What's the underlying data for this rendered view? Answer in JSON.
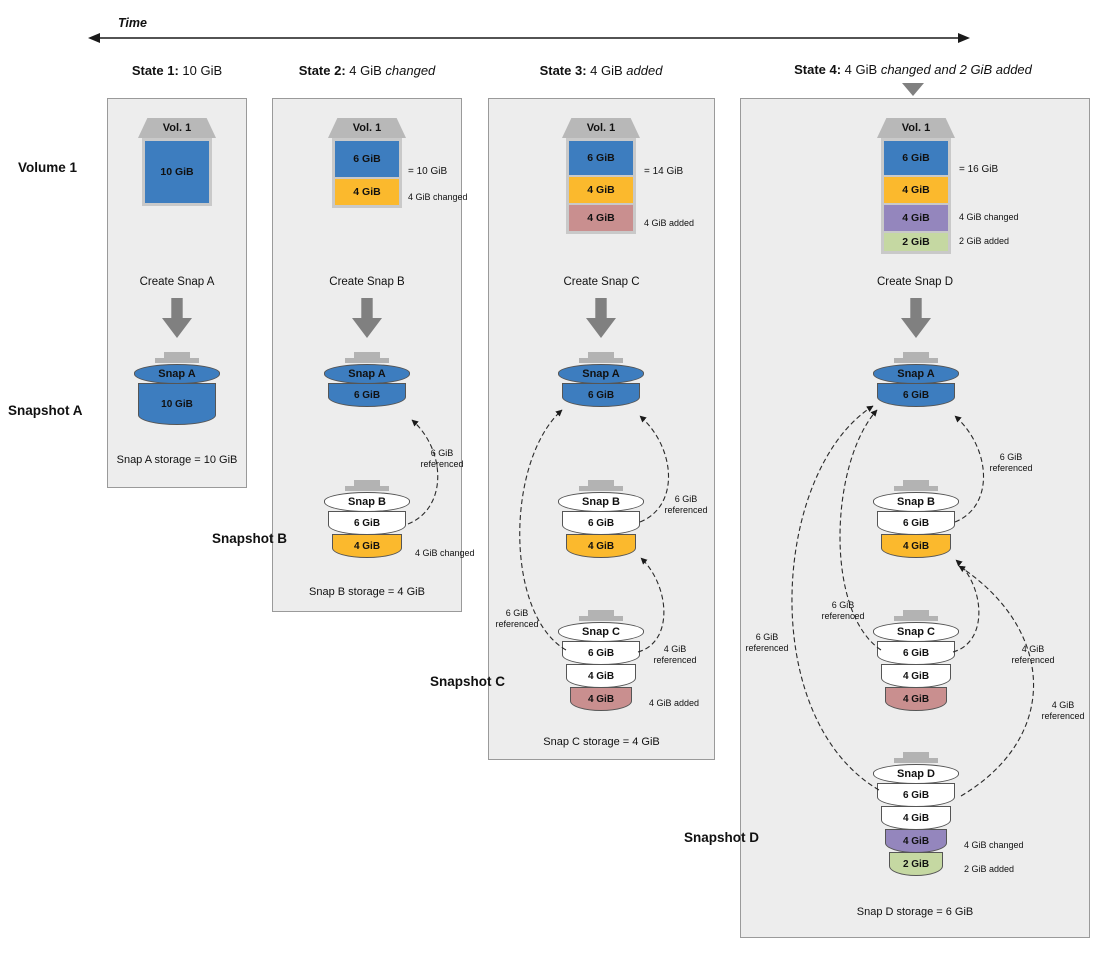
{
  "colors": {
    "blue": "#3d7dbf",
    "yellow": "#fbb92d",
    "rose": "#c98f8f",
    "purple": "#9486bd",
    "green": "#c5d8a2",
    "white": "#ffffff",
    "volume_gray": "#b8b8b8",
    "panel_bg": "#ededed",
    "arrow_gray": "#808080"
  },
  "time_label": "Time",
  "headers": [
    {
      "bold": "State 1:",
      "rest": " 10 GiB",
      "italic": ""
    },
    {
      "bold": "State 2:",
      "rest": " 4 GiB ",
      "italic": "changed"
    },
    {
      "bold": "State 3:",
      "rest": " 4 GiB ",
      "italic": "added"
    },
    {
      "bold": "State 4:",
      "rest": " 4 GiB ",
      "italic": "changed and 2 GiB added"
    }
  ],
  "row_labels": {
    "volume": "Volume 1",
    "snap_a": "Snapshot A",
    "snap_b": "Snapshot B",
    "snap_c": "Snapshot C",
    "snap_d": "Snapshot D"
  },
  "panels": [
    {
      "volume": {
        "title": "Vol. 1",
        "blocks": [
          {
            "label": "10 GiB",
            "color": "#3d7dbf"
          }
        ]
      },
      "create_label": "Create Snap A",
      "buckets": [
        {
          "title": "Snap A",
          "title_color": "#3d7dbf",
          "bands": [
            {
              "label": "10 GiB",
              "color": "#3d7dbf"
            }
          ]
        }
      ],
      "storage_label": "Snap A storage = 10 GiB"
    },
    {
      "volume": {
        "title": "Vol. 1",
        "total": "= 10 GiB",
        "blocks": [
          {
            "label": "6 GiB",
            "color": "#3d7dbf"
          },
          {
            "label": "4 GiB",
            "color": "#fbb92d",
            "note": "4 GiB changed"
          }
        ]
      },
      "create_label": "Create Snap B",
      "buckets": [
        {
          "title": "Snap A",
          "title_color": "#3d7dbf",
          "bands": [
            {
              "label": "6 GiB",
              "color": "#3d7dbf"
            }
          ]
        },
        {
          "title": "Snap B",
          "title_color": "#ffffff",
          "bands": [
            {
              "label": "6 GiB",
              "color": "#ffffff"
            },
            {
              "label": "4 GiB",
              "color": "#fbb92d",
              "note": "4 GiB changed"
            }
          ]
        }
      ],
      "arrows": [
        {
          "label": "6 GiB\nreferenced"
        }
      ],
      "storage_label": "Snap B storage = 4 GiB"
    },
    {
      "volume": {
        "title": "Vol. 1",
        "total": "= 14 GiB",
        "blocks": [
          {
            "label": "6 GiB",
            "color": "#3d7dbf"
          },
          {
            "label": "4 GiB",
            "color": "#fbb92d"
          },
          {
            "label": "4 GiB",
            "color": "#c98f8f",
            "note": "4 GiB added"
          }
        ]
      },
      "create_label": "Create Snap C",
      "buckets": [
        {
          "title": "Snap A",
          "title_color": "#3d7dbf",
          "bands": [
            {
              "label": "6 GiB",
              "color": "#3d7dbf"
            }
          ]
        },
        {
          "title": "Snap B",
          "title_color": "#ffffff",
          "bands": [
            {
              "label": "6 GiB",
              "color": "#ffffff"
            },
            {
              "label": "4 GiB",
              "color": "#fbb92d"
            }
          ]
        },
        {
          "title": "Snap C",
          "title_color": "#ffffff",
          "bands": [
            {
              "label": "6 GiB",
              "color": "#ffffff"
            },
            {
              "label": "4 GiB",
              "color": "#ffffff"
            },
            {
              "label": "4 GiB",
              "color": "#c98f8f",
              "note": "4 GiB added"
            }
          ]
        }
      ],
      "arrows": [
        {
          "label": "6 GiB\nreferenced"
        },
        {
          "label": "6 GiB\nreferenced"
        },
        {
          "label": "4 GiB\nreferenced"
        }
      ],
      "storage_label": "Snap C storage = 4 GiB"
    },
    {
      "volume": {
        "title": "Vol. 1",
        "total": "= 16 GiB",
        "blocks": [
          {
            "label": "6 GiB",
            "color": "#3d7dbf"
          },
          {
            "label": "4 GiB",
            "color": "#fbb92d"
          },
          {
            "label": "4 GiB",
            "color": "#9486bd",
            "note": "4 GiB changed"
          },
          {
            "label": "2 GiB",
            "color": "#c5d8a2",
            "note": "2 GiB added"
          }
        ]
      },
      "create_label": "Create Snap D",
      "buckets": [
        {
          "title": "Snap A",
          "title_color": "#3d7dbf",
          "bands": [
            {
              "label": "6 GiB",
              "color": "#3d7dbf"
            }
          ]
        },
        {
          "title": "Snap B",
          "title_color": "#ffffff",
          "bands": [
            {
              "label": "6 GiB",
              "color": "#ffffff"
            },
            {
              "label": "4 GiB",
              "color": "#fbb92d"
            }
          ]
        },
        {
          "title": "Snap C",
          "title_color": "#ffffff",
          "bands": [
            {
              "label": "6 GiB",
              "color": "#ffffff"
            },
            {
              "label": "4 GiB",
              "color": "#ffffff"
            },
            {
              "label": "4 GiB",
              "color": "#c98f8f"
            }
          ]
        },
        {
          "title": "Snap D",
          "title_color": "#ffffff",
          "bands": [
            {
              "label": "6 GiB",
              "color": "#ffffff"
            },
            {
              "label": "4 GiB",
              "color": "#ffffff"
            },
            {
              "label": "4 GiB",
              "color": "#9486bd",
              "note": "4 GiB changed"
            },
            {
              "label": "2 GiB",
              "color": "#c5d8a2",
              "note": "2 GiB added"
            }
          ]
        }
      ],
      "arrows": [
        {
          "label": "6 GiB\nreferenced"
        },
        {
          "label": "6 GiB\nreferenced"
        },
        {
          "label": "6 GiB\nreferenced"
        },
        {
          "label": "4 GiB\nreferenced"
        },
        {
          "label": "4 GiB\nreferenced"
        }
      ],
      "storage_label": "Snap D storage = 6 GiB"
    }
  ]
}
